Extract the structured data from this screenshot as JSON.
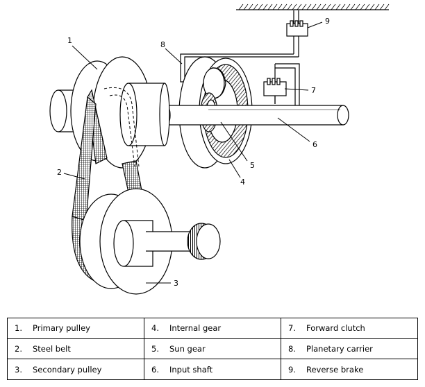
{
  "callouts": [
    "1",
    "2",
    "3",
    "4",
    "5",
    "6",
    "7",
    "8",
    "9"
  ],
  "legend": [
    [
      {
        "num": "1.",
        "text": "Primary pulley"
      },
      {
        "num": "4.",
        "text": "Internal gear"
      },
      {
        "num": "7.",
        "text": "Forward clutch"
      }
    ],
    [
      {
        "num": "2.",
        "text": "Steel belt"
      },
      {
        "num": "5.",
        "text": "Sun gear"
      },
      {
        "num": "8.",
        "text": "Planetary carrier"
      }
    ],
    [
      {
        "num": "3.",
        "text": "Secondary pulley"
      },
      {
        "num": "6.",
        "text": "Input shaft"
      },
      {
        "num": "9.",
        "text": "Reverse brake"
      }
    ]
  ]
}
